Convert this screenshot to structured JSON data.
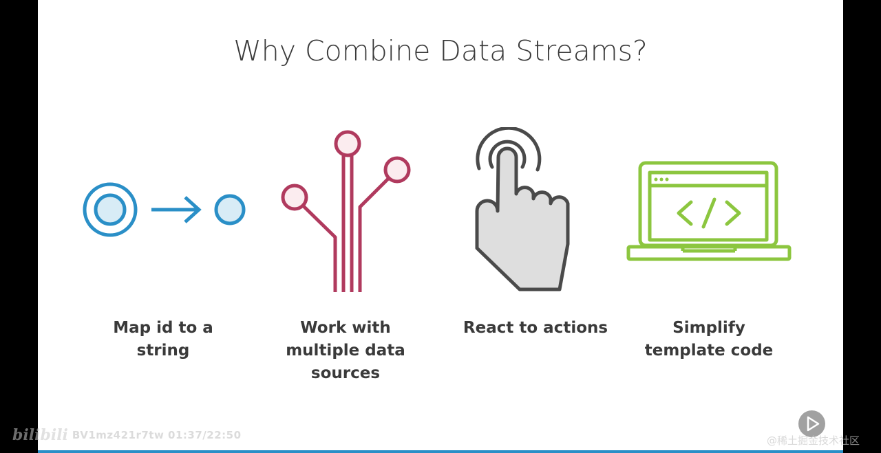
{
  "slide": {
    "title": "Why Combine Data Streams?",
    "items": [
      {
        "icon": "map-arrow-icon",
        "lines": [
          "Map id to a",
          "string"
        ]
      },
      {
        "icon": "circuit-branches-icon",
        "lines": [
          "Work with",
          "multiple data",
          "sources"
        ]
      },
      {
        "icon": "pointing-hand-icon",
        "lines": [
          "React to actions"
        ]
      },
      {
        "icon": "laptop-code-icon",
        "lines": [
          "Simplify",
          "template code"
        ]
      }
    ]
  },
  "player": {
    "logo": "bilibili",
    "video_info": "BV1mz421r7tw 01:37/22:50",
    "corner_watermark": "@稀土掘金技术社区"
  },
  "colors": {
    "blue": "#2a8fc7",
    "crimson": "#b03a5e",
    "gray": "#4a4a4a",
    "green": "#8cc63f"
  }
}
